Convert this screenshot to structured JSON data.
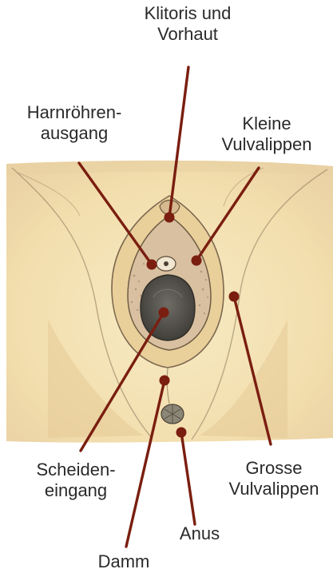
{
  "labels": {
    "klitoris": {
      "line1": "Klitoris und",
      "line2": "Vorhaut"
    },
    "harnroehre": {
      "line1": "Harnröhren-",
      "line2": "ausgang"
    },
    "kleine": {
      "line1": "Kleine",
      "line2": "Vulvalippen"
    },
    "scheide": {
      "line1": "Scheiden-",
      "line2": "eingang"
    },
    "grosse": {
      "line1": "Grosse",
      "line2": "Vulvalippen"
    },
    "anus": {
      "line1": "Anus"
    },
    "damm": {
      "line1": "Damm"
    }
  },
  "colors": {
    "leader": "#7a1e10",
    "parchment": "#f3e2b2",
    "sketch": "#6b5a44",
    "text": "#2a2a2a"
  }
}
